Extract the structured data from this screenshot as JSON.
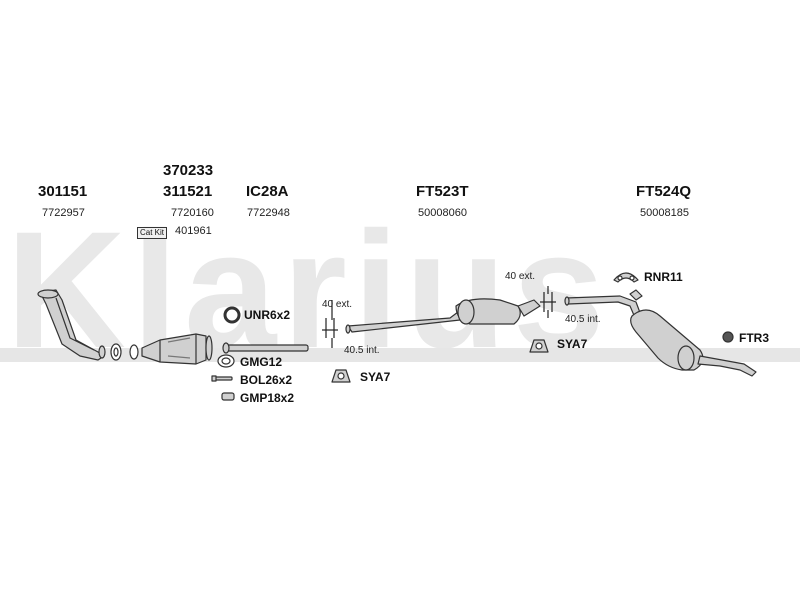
{
  "watermark": "Klarius",
  "parts": {
    "front_pipe": {
      "code": "301151",
      "ref": "7722957"
    },
    "catalyst": {
      "code_top": "370233",
      "code": "311521",
      "ref": "7720160",
      "catkit_label": "Cat Kit",
      "catkit_ref": "401961"
    },
    "connector": {
      "code": "IC28A",
      "ref": "7722948"
    },
    "middle_silencer": {
      "code": "FT523T",
      "ref": "50008060"
    },
    "rear_silencer": {
      "code": "FT524Q",
      "ref": "50008185"
    }
  },
  "fittings": {
    "unr": "UNR6x2",
    "gmg": "GMG12",
    "bol": "BOL26x2",
    "gmp": "GMP18x2",
    "sya_left": "SYA7",
    "sya_right": "SYA7",
    "rnr": "RNR11",
    "ftr": "FTR3"
  },
  "dimensions": {
    "left_ext": "40 ext.",
    "left_int": "40.5 int.",
    "right_ext": "40 ext.",
    "right_int": "40.5 int."
  }
}
